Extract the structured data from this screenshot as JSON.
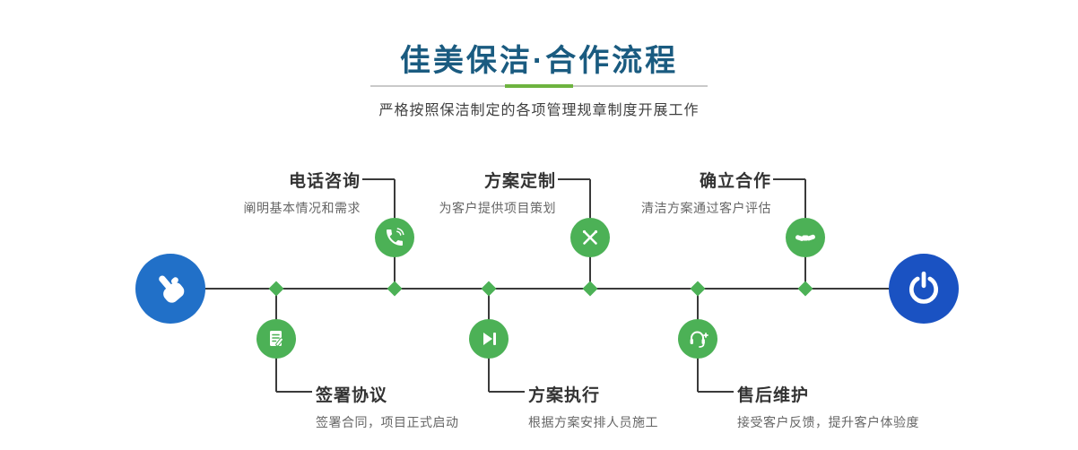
{
  "header": {
    "title": "佳美保洁·合作流程",
    "subtitle": "严格按照保洁制定的各项管理规章制度开展工作"
  },
  "flow": {
    "steps_top": [
      {
        "title": "电话咨询",
        "desc": "阐明基本情况和需求",
        "icon": "phone-icon"
      },
      {
        "title": "方案定制",
        "desc": "为客户提供项目策划",
        "icon": "design-pens-icon"
      },
      {
        "title": "确立合作",
        "desc": "清洁方案通过客户评估",
        "icon": "handshake-icon"
      }
    ],
    "steps_bottom": [
      {
        "title": "签署协议",
        "desc": "签署合同，项目正式启动",
        "icon": "contract-icon"
      },
      {
        "title": "方案执行",
        "desc": "根据方案安排人员施工",
        "icon": "play-forward-icon"
      },
      {
        "title": "售后维护",
        "desc": "接受客户反馈，提升客户体验度",
        "icon": "headset-plus-icon"
      }
    ],
    "start_icon": "pointing-hand-icon",
    "end_icon": "power-icon"
  },
  "colors": {
    "title_blue": "#1a5b80",
    "divider_gray": "#c9c9c9",
    "divider_green": "#6db33f",
    "node_green": "#4cb156",
    "start_blue": "#2170c8",
    "end_blue": "#1a52c2",
    "line_dark": "#3a3a3a"
  }
}
